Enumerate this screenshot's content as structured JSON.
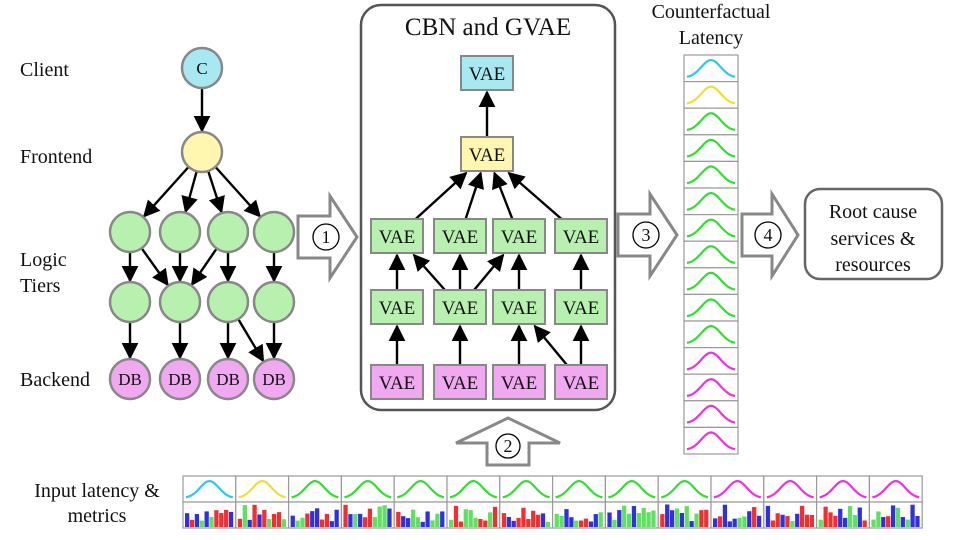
{
  "tier_labels": {
    "client": "Client",
    "frontend": "Frontend",
    "logic_line1": "Logic",
    "logic_line2": "Tiers",
    "backend": "Backend"
  },
  "client_node_label": "C",
  "db_label": "DB",
  "vae_label": "VAE",
  "cbn_title": "CBN and GVAE",
  "counterfactual": {
    "line1": "Counterfactual",
    "line2": "Latency"
  },
  "steps": [
    "1",
    "2",
    "3",
    "4"
  ],
  "root_cause": {
    "line1": "Root cause",
    "line2": "services &",
    "line3": "resources"
  },
  "input": {
    "line1": "Input latency &",
    "line2": "metrics"
  },
  "colors": {
    "client": "#a8e8f0",
    "frontend": "#fff6b0",
    "logic": "#b8f0b0",
    "backend": "#f0a8f0",
    "curve_client": "#30c8e8",
    "curve_frontend": "#f0e030",
    "curve_logic": "#30e030",
    "curve_backend": "#f030e0",
    "bar_red": "#f03030",
    "bar_blue": "#3030e0",
    "bar_green": "#60e060"
  },
  "counterfactual_strip": [
    "client",
    "frontend",
    "logic",
    "logic",
    "logic",
    "logic",
    "logic",
    "logic",
    "logic",
    "logic",
    "logic",
    "backend",
    "backend",
    "backend",
    "backend"
  ],
  "input_strip": [
    "client",
    "frontend",
    "logic",
    "logic",
    "logic",
    "logic",
    "logic",
    "logic",
    "logic",
    "logic",
    "backend",
    "backend",
    "backend",
    "backend"
  ]
}
